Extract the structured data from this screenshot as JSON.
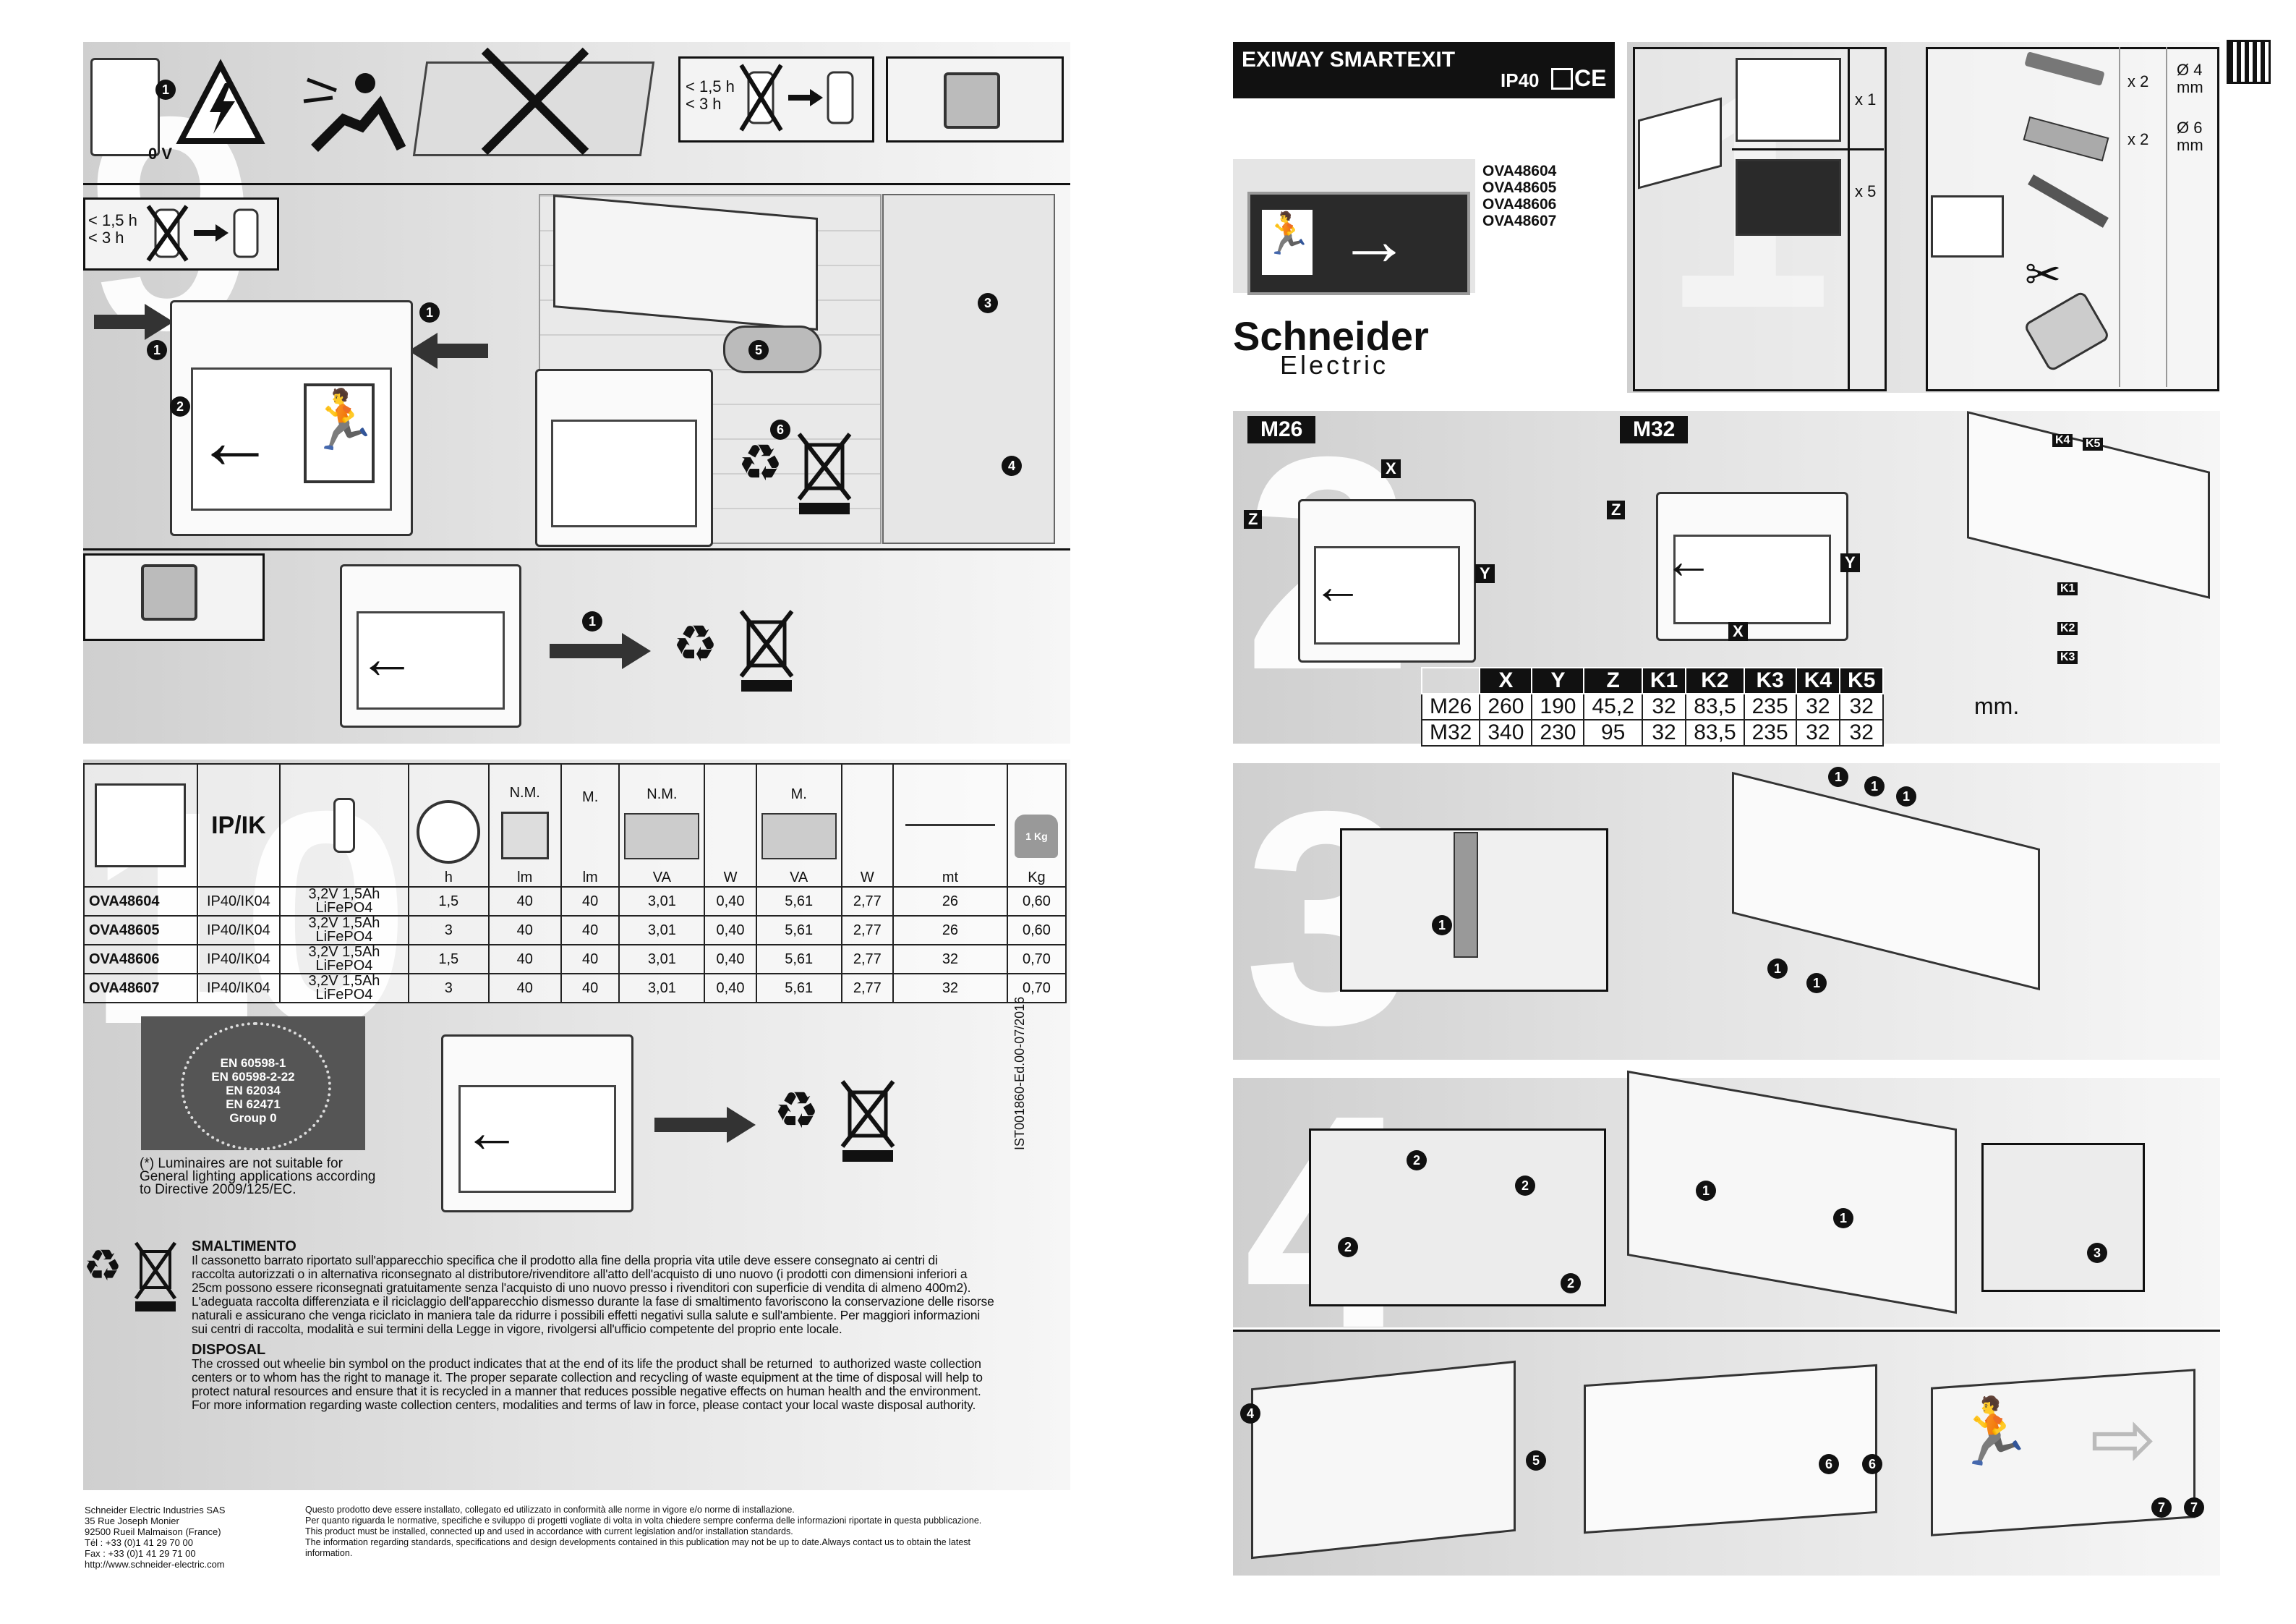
{
  "colors": {
    "panel": "#d8d8d8",
    "ink": "#111111",
    "label_bg": "#111111"
  },
  "left": {
    "step9_battery_label": "< 1,5 h\n< 3 h",
    "step9_battery_label2": "< 1,5 h\n< 3 h",
    "zero_volt": "0 V",
    "spec_table": {
      "headers_top": [
        "N.M.",
        "M.",
        "N.M.",
        "M."
      ],
      "col_ip": "IP/IK",
      "weight_icon": "1 Kg",
      "units": [
        "h",
        "lm",
        "lm",
        "VA",
        "W",
        "VA",
        "W",
        "mt",
        "Kg"
      ],
      "rows": [
        [
          "OVA48604",
          "IP40/IK04",
          "3,2V 1,5Ah LiFePO4",
          "1,5",
          "40",
          "40",
          "3,01",
          "0,40",
          "5,61",
          "2,77",
          "26",
          "0,60"
        ],
        [
          "OVA48605",
          "IP40/IK04",
          "3,2V 1,5Ah LiFePO4",
          "3",
          "40",
          "40",
          "3,01",
          "0,40",
          "5,61",
          "2,77",
          "26",
          "0,60"
        ],
        [
          "OVA48606",
          "IP40/IK04",
          "3,2V 1,5Ah LiFePO4",
          "1,5",
          "40",
          "40",
          "3,01",
          "0,40",
          "5,61",
          "2,77",
          "32",
          "0,70"
        ],
        [
          "OVA48607",
          "IP40/IK04",
          "3,2V 1,5Ah LiFePO4",
          "3",
          "40",
          "40",
          "3,01",
          "0,40",
          "5,61",
          "2,77",
          "32",
          "0,70"
        ]
      ]
    },
    "eu_badge": [
      "EN 60598-1",
      "EN 60598-2-22",
      "EN 62034",
      "EN 62471",
      "Group 0"
    ],
    "eu_note": "(*) Luminaires are not suitable for\nGeneral lighting applications according\nto Directive 2009/125/EC.",
    "doc_code": "IST001860-Ed.00-07/2016",
    "smaltimento_title": "SMALTIMENTO",
    "smaltimento_text": "Il cassonetto barrato riportato sull'apparecchio specifica che il prodotto alla fine della propria vita utile deve essere consegnato ai centri di\nraccolta autorizzati o in alternativa riconsegnato al distributore/rivenditore all'atto dell'acquisto di uno nuovo (i prodotti con dimensioni inferiori a\n25cm possono essere riconsegnati gratuitamente senza l'acquisto di uno nuovo presso i rivenditori con superficie di vendita di almeno 400m2).\nL'adeguata raccolta differenziata e il riciclaggio dell'apparecchio dismesso durante la fase di smaltimento favoriscono la conservazione delle risorse\nnaturali e assicurano che venga riciclato in maniera tale da ridurre i possibili effetti negativi sulla salute e sull'ambiente. Per maggiori informazioni\nsui centri di raccolta, modalità e sui termini della Legge in vigore, rivolgersi all'ufficio competente del proprio ente locale.",
    "disposal_title": "DISPOSAL",
    "disposal_text": "The crossed out wheelie bin symbol on the product indicates that at the end of its life the product shall be returned  to authorized waste collection\ncenters or to whom has the right to manage it. The proper separate collection and recycling of waste equipment at the time of disposal will help to\nprotect natural resources and ensure that it is recycled in a manner that reduces possible negative effects on human health and the environment.\nFor more information regarding waste collection centers, modalities and terms of law in force, please contact your local waste disposal authority.",
    "company": "Schneider Electric Industries SAS\n35 Rue Joseph Monier\n92500 Rueil Malmaison (France)\nTél : +33 (0)1 41 29 70 00\nFax : +33 (0)1 41 29 71 00\nhttp://www.schneider-electric.com",
    "legal": "Questo prodotto deve essere installato, collegato ed utilizzato in conformità alle norme in vigore e/o norme di installazione.\nPer quanto riguarda le normative, specifiche e sviluppo di progetti vogliate di volta in volta chiedere sempre conferma delle informazioni riportate in questa pubblicazione.\nThis product must be installed, connected up and used in accordance with current legislation and/or installation standards.\nThe information regarding standards, specifications and design developments contained in this publication may not be up to date.Always contact us to obtain the latest\ninformation."
  },
  "right": {
    "product_title": "EXIWAY SMARTEXIT",
    "ip_rating": "IP40",
    "ce": "CE",
    "refs": "OVA48604\nOVA48605\nOVA48606\nOVA48607",
    "brand_line1": "Schneider",
    "brand_line2": "Electric",
    "contents_qty": [
      "x 1",
      "x 5"
    ],
    "tools": [
      {
        "qty": "x 2",
        "size": "Ø 4\nmm"
      },
      {
        "qty": "x 2",
        "size": "Ø 6\nmm"
      }
    ],
    "model_labels": [
      "M26",
      "M32"
    ],
    "dim_letters": {
      "x": "X",
      "y": "Y",
      "z": "Z",
      "k1": "K1",
      "k2": "K2",
      "k3": "K3",
      "k4": "K4",
      "k5": "K5"
    },
    "dim_table": {
      "headers": [
        "",
        "X",
        "Y",
        "Z",
        "K1",
        "K2",
        "K3",
        "K4",
        "K5"
      ],
      "rows": [
        [
          "M26",
          "260",
          "190",
          "45,2",
          "32",
          "83,5",
          "235",
          "32",
          "32"
        ],
        [
          "M32",
          "340",
          "230",
          "95",
          "32",
          "83,5",
          "235",
          "32",
          "32"
        ]
      ],
      "unit": "mm."
    }
  },
  "step_numbers": {
    "s1": "1",
    "s2": "2",
    "s3": "3",
    "s4": "4",
    "s9": "9",
    "s10": "10"
  },
  "callouts": [
    "1",
    "2",
    "3",
    "4",
    "5",
    "6",
    "7"
  ]
}
